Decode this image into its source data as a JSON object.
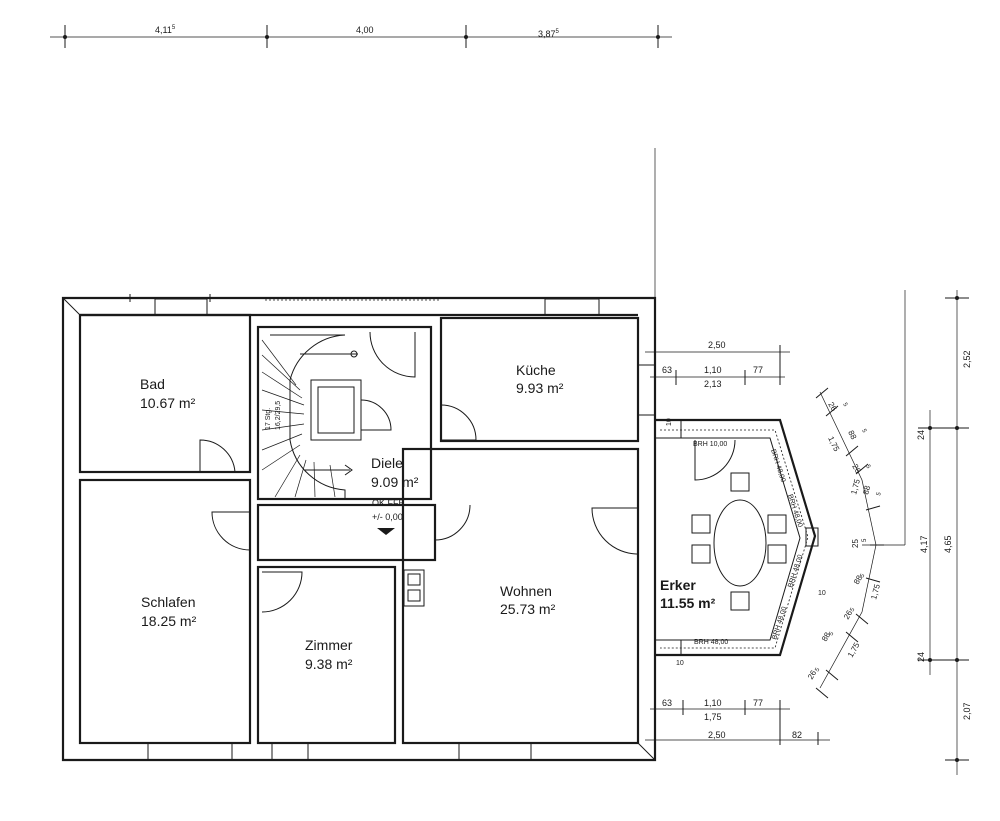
{
  "top_dims": {
    "seg1": "4,11",
    "seg1_sup": "5",
    "seg2": "4,00",
    "seg3": "3,87",
    "seg3_sup": "5"
  },
  "rooms": {
    "bad": {
      "name": "Bad",
      "area": "10.67 m²"
    },
    "kueche": {
      "name": "Küche",
      "area": "9.93 m²"
    },
    "diele": {
      "name": "Diele",
      "area": "9.09 m²"
    },
    "schlafen": {
      "name": "Schlafen",
      "area": "18.25 m²"
    },
    "wohnen": {
      "name": "Wohnen",
      "area": "25.73 m²"
    },
    "zimmer": {
      "name": "Zimmer",
      "area": "9.38 m²"
    },
    "erker": {
      "name": "Erker",
      "area": "11.55 m²"
    }
  },
  "stair": {
    "steps": "17 Stg.",
    "rise": "16,2/29,5"
  },
  "level": {
    "line1": "OK FFB",
    "line2": "+/- 0,00"
  },
  "erker_dims": {
    "top_total": "2,50",
    "top_a": "63",
    "top_b": "1,10",
    "top_c": "77",
    "top_sub": "2,13",
    "bot_a": "63",
    "bot_b": "1,10",
    "bot_c": "77",
    "bot_sub": "1,75",
    "bot_total": "2,50",
    "bot_d": "82",
    "brh_top": "BRH 10,00",
    "brh_bottom": "BRH 48,00",
    "brh_diag1": "BRH 48,00",
    "brh_diag2": "BRH 48,00",
    "brh_diag3": "BRH 48,00",
    "brh_diag4": "BRH 48,00",
    "wall10_top": "10",
    "wall10_bot": "10",
    "wall10_mid": "10",
    "curve_labels": [
      "26",
      "5",
      "1,75",
      "88",
      "5",
      "26",
      "5",
      "1,75",
      "88",
      "5",
      "25",
      "5",
      "88",
      "5",
      "1,75",
      "26",
      "5",
      "88",
      "5",
      "1,75",
      "26",
      "5"
    ]
  },
  "right_dims": {
    "v1": "2,52",
    "v2": "24",
    "v3": "4,17",
    "v4": "4,65",
    "v5": "24",
    "v6": "2,07"
  }
}
